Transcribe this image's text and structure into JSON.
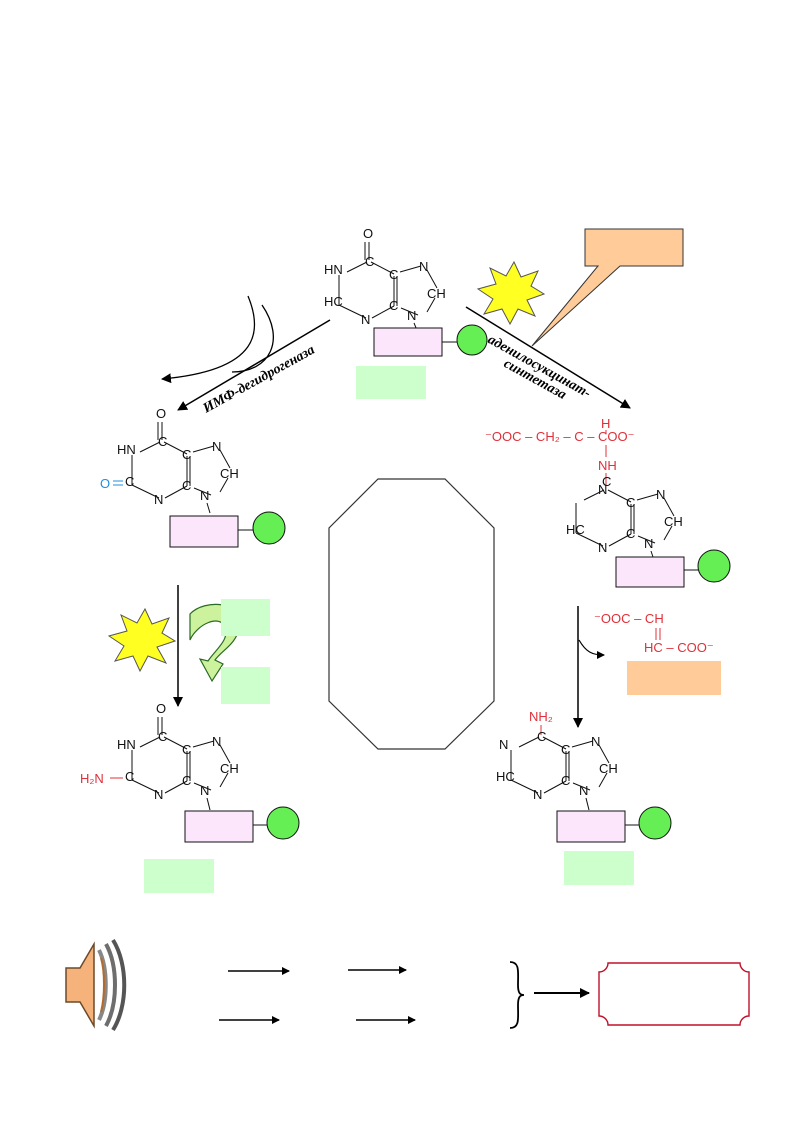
{
  "enzymes": {
    "left": "ИМФ-дегидрогеназа",
    "right_line1": "аденилосукцинат-",
    "right_line2": "синтетаза"
  },
  "atoms": {
    "O": "O",
    "N": "N",
    "NH": "NH",
    "HN": "HN",
    "HC": "HC",
    "CH": "CH",
    "C": "C",
    "H2N": "H₂N",
    "NH2": "NH₂",
    "H": "H"
  },
  "succinyl": {
    "chain": "⁻OOC – CH₂ – C – COO⁻",
    "h": "H",
    "nh": "NH"
  },
  "fumarate": {
    "top": "⁻OOC – CH",
    "bottom": "HC – COO⁻"
  },
  "colors": {
    "pink_box": "#fce6fc",
    "green_circle": "#66ee55",
    "green_box": "#ccffcc",
    "orange_box": "#ffcc99",
    "star": "#ffff22",
    "red_text": "#e0303a",
    "blue_text": "#1f8fe0",
    "dark_red_border": "#c0102a"
  }
}
